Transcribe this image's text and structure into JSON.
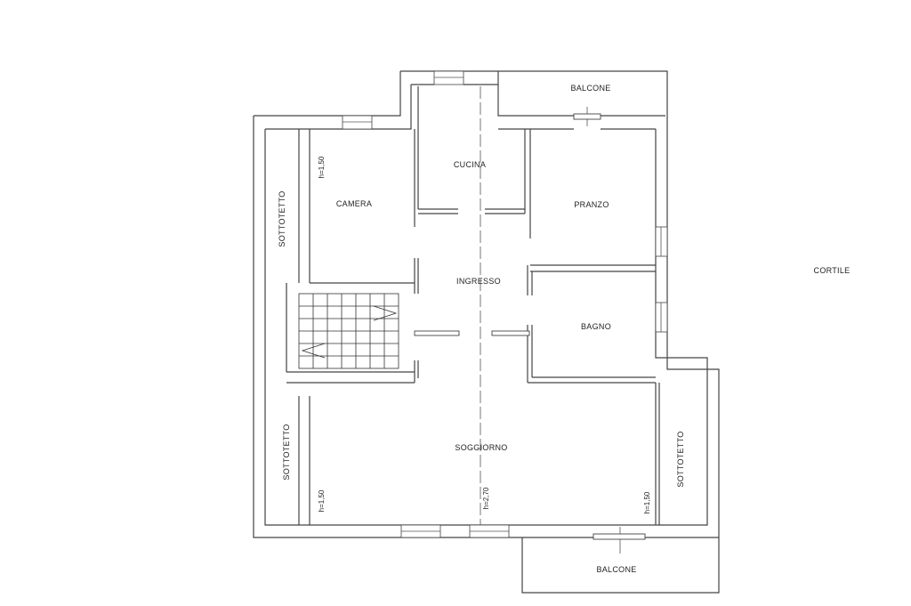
{
  "rooms": {
    "balcone_top": "BALCONE",
    "cucina": "CUCINA",
    "camera": "CAMERA",
    "pranzo": "PRANZO",
    "ingresso": "INGRESSO",
    "bagno": "BAGNO",
    "soggiorno": "SOGGIORNO",
    "sottotetto_left_top": "SOTTOTETTO",
    "sottotetto_left_bottom": "SOTTOTETTO",
    "sottotetto_right": "SOTTOTETTO",
    "balcone_bottom": "BALCONE",
    "cortile": "CORTILE"
  },
  "heights": {
    "camera": "h=1,50",
    "soggiorno_left": "h=1,50",
    "soggiorno_center": "h=2,70",
    "soggiorno_right": "h=1,50"
  }
}
